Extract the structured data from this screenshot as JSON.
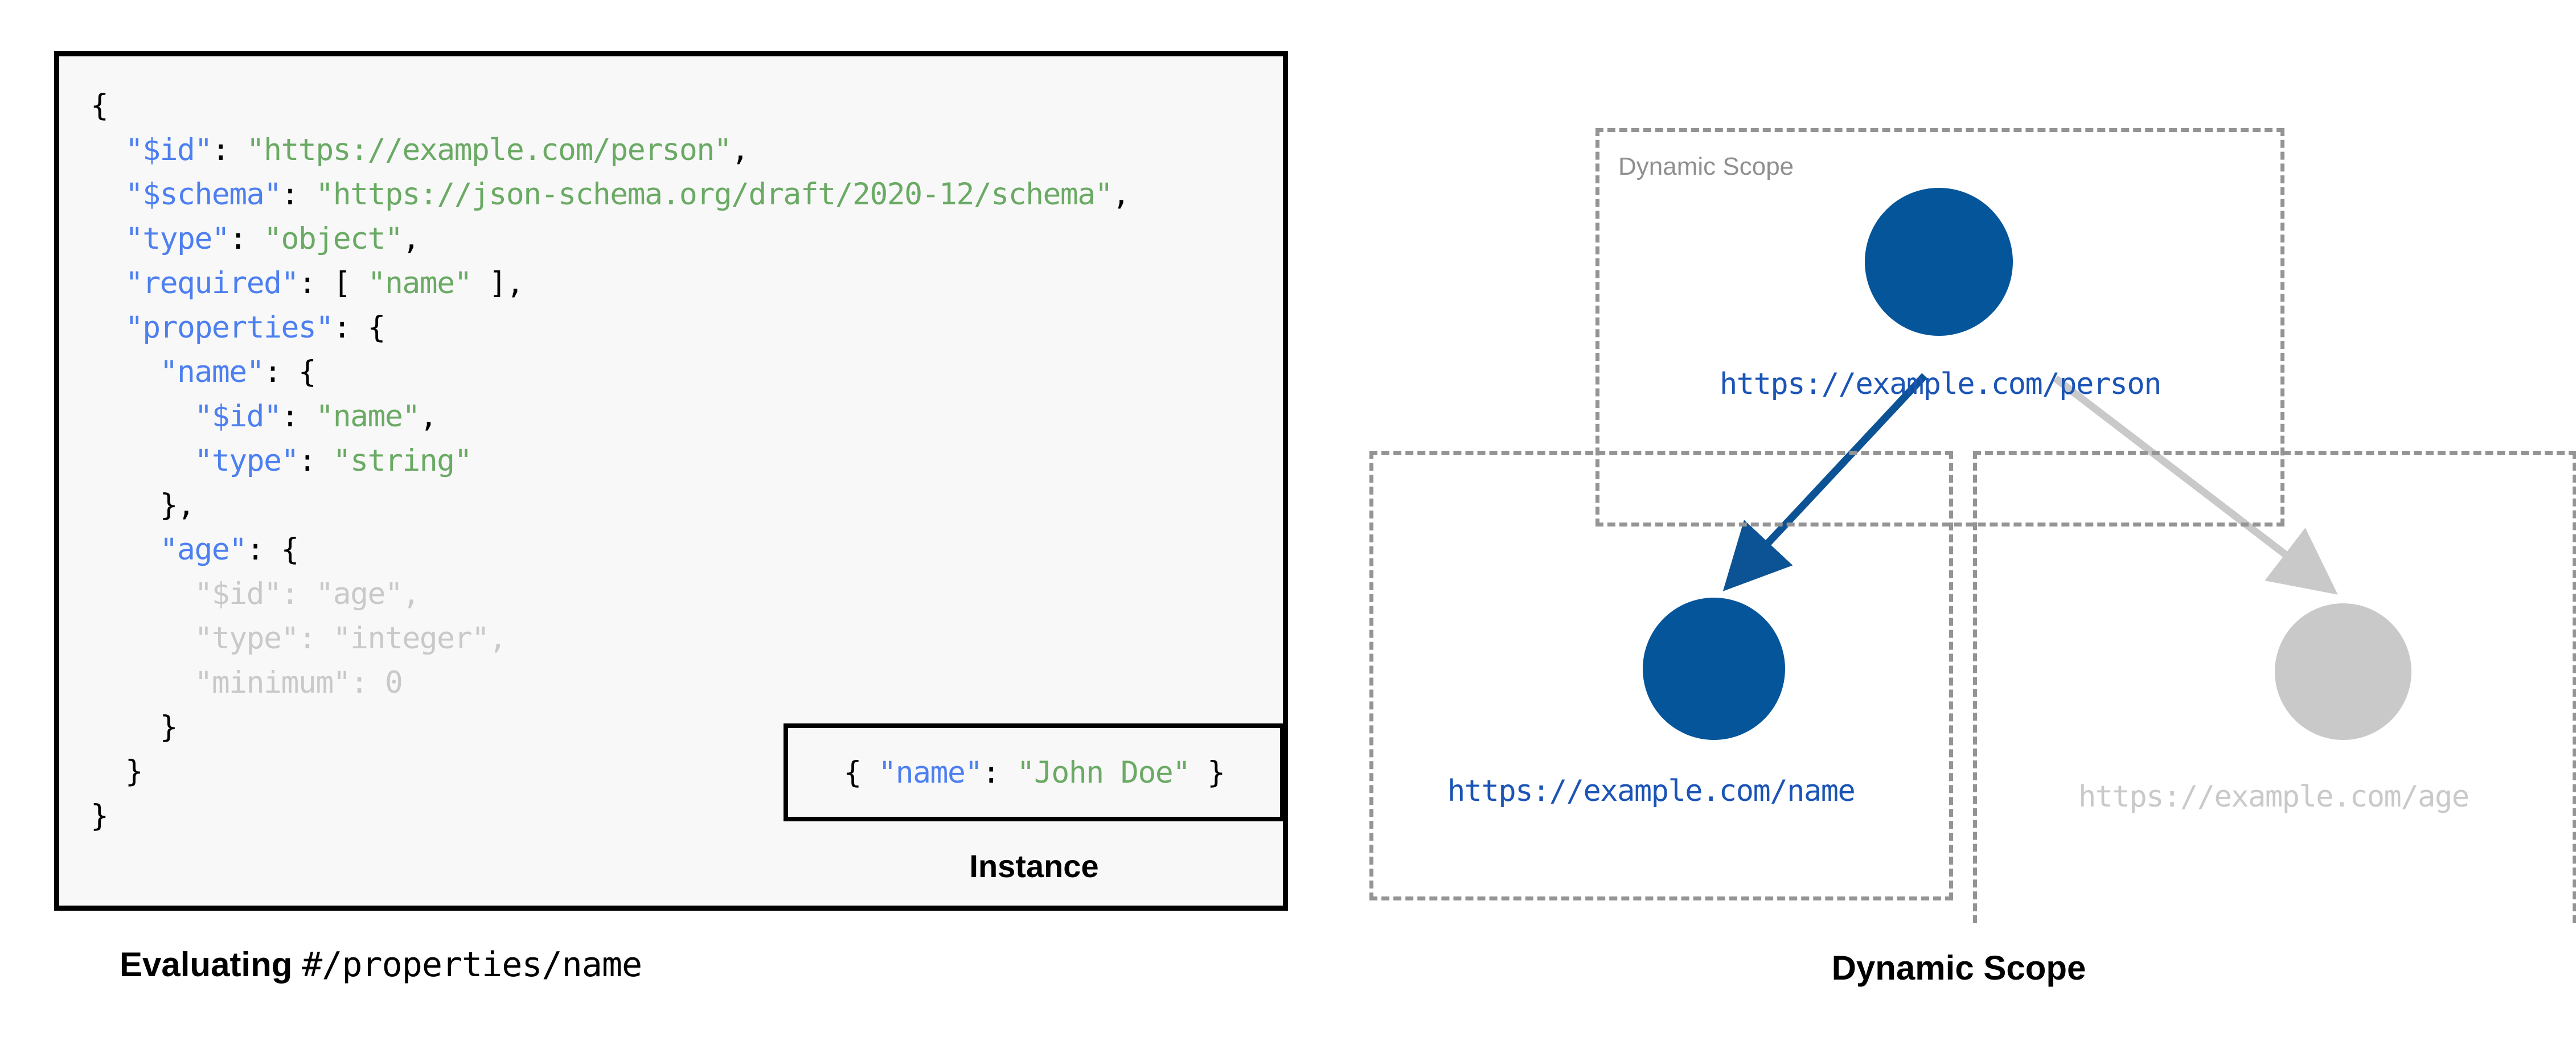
{
  "left_panel": {
    "schema_code_lines": [
      [
        {
          "t": "{",
          "c": "p"
        }
      ],
      [
        {
          "t": "  ",
          "c": "p"
        },
        {
          "t": "\"$id\"",
          "c": "k"
        },
        {
          "t": ": ",
          "c": "p"
        },
        {
          "t": "\"https://example.com/person\"",
          "c": "s"
        },
        {
          "t": ",",
          "c": "p"
        }
      ],
      [
        {
          "t": "  ",
          "c": "p"
        },
        {
          "t": "\"$schema\"",
          "c": "k"
        },
        {
          "t": ": ",
          "c": "p"
        },
        {
          "t": "\"https://json-schema.org/draft/2020-12/schema\"",
          "c": "s"
        },
        {
          "t": ",",
          "c": "p"
        }
      ],
      [
        {
          "t": "  ",
          "c": "p"
        },
        {
          "t": "\"type\"",
          "c": "k"
        },
        {
          "t": ": ",
          "c": "p"
        },
        {
          "t": "\"object\"",
          "c": "s"
        },
        {
          "t": ",",
          "c": "p"
        }
      ],
      [
        {
          "t": "  ",
          "c": "p"
        },
        {
          "t": "\"required\"",
          "c": "k"
        },
        {
          "t": ": [ ",
          "c": "p"
        },
        {
          "t": "\"name\"",
          "c": "s"
        },
        {
          "t": " ],",
          "c": "p"
        }
      ],
      [
        {
          "t": "  ",
          "c": "p"
        },
        {
          "t": "\"properties\"",
          "c": "k"
        },
        {
          "t": ": {",
          "c": "p"
        }
      ],
      [
        {
          "t": "    ",
          "c": "p"
        },
        {
          "t": "\"name\"",
          "c": "k"
        },
        {
          "t": ": {",
          "c": "p"
        }
      ],
      [
        {
          "t": "      ",
          "c": "p"
        },
        {
          "t": "\"$id\"",
          "c": "k"
        },
        {
          "t": ": ",
          "c": "p"
        },
        {
          "t": "\"name\"",
          "c": "s"
        },
        {
          "t": ",",
          "c": "p"
        }
      ],
      [
        {
          "t": "      ",
          "c": "p"
        },
        {
          "t": "\"type\"",
          "c": "k"
        },
        {
          "t": ": ",
          "c": "p"
        },
        {
          "t": "\"string\"",
          "c": "s"
        }
      ],
      [
        {
          "t": "    },",
          "c": "p"
        }
      ],
      [
        {
          "t": "    ",
          "c": "p"
        },
        {
          "t": "\"age\"",
          "c": "k"
        },
        {
          "t": ": {",
          "c": "p"
        }
      ],
      [
        {
          "t": "      ",
          "c": "p"
        },
        {
          "t": "\"$id\"",
          "c": "d"
        },
        {
          "t": ": ",
          "c": "d"
        },
        {
          "t": "\"age\"",
          "c": "d"
        },
        {
          "t": ",",
          "c": "d"
        }
      ],
      [
        {
          "t": "      ",
          "c": "p"
        },
        {
          "t": "\"type\"",
          "c": "d"
        },
        {
          "t": ": ",
          "c": "d"
        },
        {
          "t": "\"integer\"",
          "c": "d"
        },
        {
          "t": ",",
          "c": "d"
        }
      ],
      [
        {
          "t": "      ",
          "c": "p"
        },
        {
          "t": "\"minimum\"",
          "c": "d"
        },
        {
          "t": ": ",
          "c": "d"
        },
        {
          "t": "0",
          "c": "d"
        }
      ],
      [
        {
          "t": "    }",
          "c": "p"
        }
      ],
      [
        {
          "t": "  }",
          "c": "p"
        }
      ],
      [
        {
          "t": "}",
          "c": "p"
        }
      ]
    ],
    "instance": {
      "code_parts": [
        {
          "t": "{ ",
          "c": "p"
        },
        {
          "t": "\"name\"",
          "c": "k"
        },
        {
          "t": ": ",
          "c": "p"
        },
        {
          "t": "\"John Doe\"",
          "c": "s"
        },
        {
          "t": " }",
          "c": "p"
        }
      ],
      "caption": "Instance"
    },
    "caption_bold": "Evaluating",
    "caption_mono": "#/properties/name"
  },
  "right_panel": {
    "caption": "Dynamic Scope",
    "scope_inner_label": "Dynamic Scope",
    "nodes": [
      {
        "id": "person",
        "label": "https://example.com/person",
        "color": "#05559b",
        "state": "active"
      },
      {
        "id": "name",
        "label": "https://example.com/name",
        "color": "#05559b",
        "state": "active"
      },
      {
        "id": "age",
        "label": "https://example.com/age",
        "color": "#c9c9c9",
        "state": "inactive"
      }
    ],
    "edges": [
      {
        "from": "person",
        "to": "name",
        "color": "#0b5394",
        "state": "active"
      },
      {
        "from": "person",
        "to": "age",
        "color": "#c9c9c9",
        "state": "inactive"
      }
    ]
  },
  "colors": {
    "accent_blue": "#05559b",
    "link_blue": "#1b54b5",
    "key_blue": "#4d7ff0",
    "string_green": "#6aaa64",
    "dim_grey": "#c9c9c9",
    "dash_grey": "#949494",
    "panel_bg": "#f8f8f8",
    "page_bg": "#ffffff"
  }
}
